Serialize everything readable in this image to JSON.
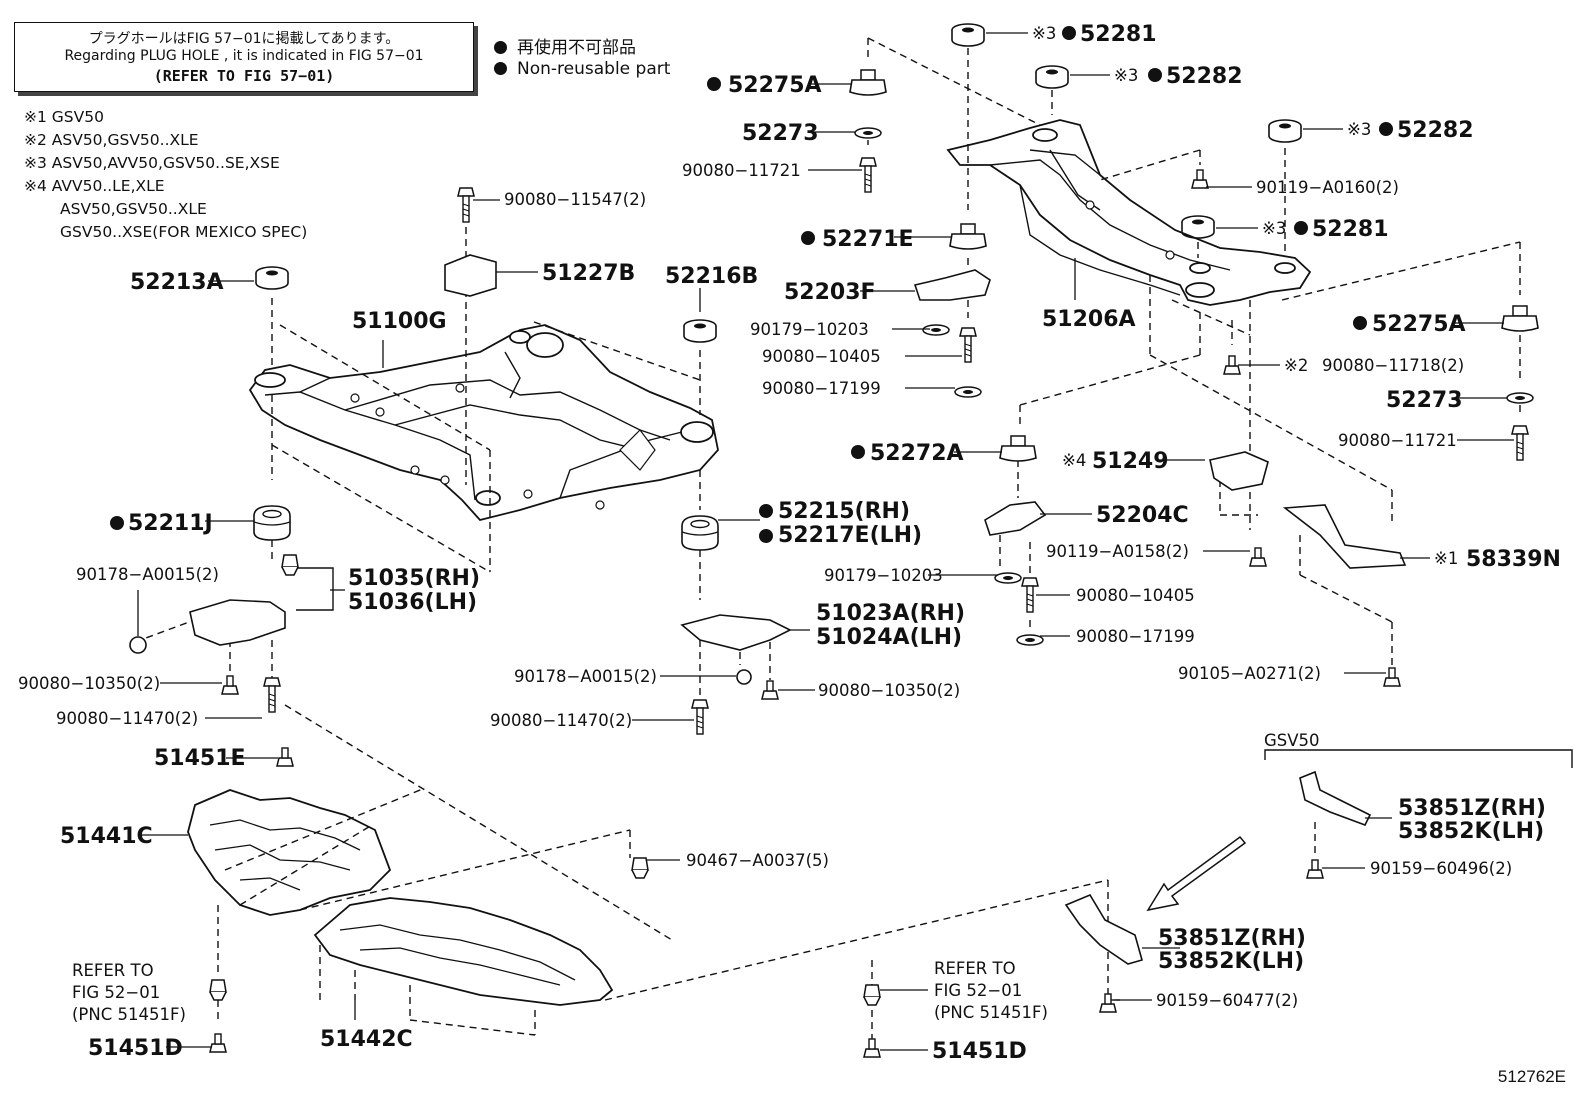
{
  "note": {
    "line_jp": "プラグホールはFIG 57−01に掲載してあります。",
    "line_en": "Regarding PLUG HOLE , it is indicated in FIG 57−01",
    "line_ref": "(REFER TO FIG 57−01)"
  },
  "legend": {
    "line_jp": "再使用不可部品",
    "line_en": "Non-reusable part"
  },
  "applicability": [
    "※1 GSV50",
    "※2 ASV50,GSV50..XLE",
    "※3 ASV50,AVV50,GSV50..SE,XSE",
    "※4 AVV50..LE,XLE",
    "ASV50,GSV50..XLE",
    "GSV50..XSE(FOR MEXICO SPEC)"
  ],
  "parts": [
    {
      "label": "52213A"
    },
    {
      "label": "51100G"
    },
    {
      "label": "90080−11547(2)"
    },
    {
      "label": "51227B"
    },
    {
      "label": "52216B"
    },
    {
      "label": "52211J"
    },
    {
      "label": "90178−A0015(2)"
    },
    {
      "label": "51035(RH)"
    },
    {
      "label": "51036(LH)"
    },
    {
      "label": "90080−10350(2)"
    },
    {
      "label": "90080−11470(2)"
    },
    {
      "label": "51451E"
    },
    {
      "label": "52215(RH)"
    },
    {
      "label": "52217E(LH)"
    },
    {
      "label": "51023A(RH)"
    },
    {
      "label": "51024A(LH)"
    },
    {
      "label": "90178−A0015(2)"
    },
    {
      "label": "90080−10350(2)"
    },
    {
      "label": "90080−11470(2)"
    },
    {
      "label": "52275A"
    },
    {
      "label": "52273"
    },
    {
      "label": "90080−11721"
    },
    {
      "label": "52271E"
    },
    {
      "label": "52203F"
    },
    {
      "label": "90179−10203"
    },
    {
      "label": "90080−10405"
    },
    {
      "label": "90080−17199"
    },
    {
      "label": "52281"
    },
    {
      "label": "52282"
    },
    {
      "label": "52282"
    },
    {
      "label": "90119−A0160(2)"
    },
    {
      "label": "52281"
    },
    {
      "label": "51206A"
    },
    {
      "label": "52275A"
    },
    {
      "label": "90080−11718(2)"
    },
    {
      "label": "52273"
    },
    {
      "label": "90080−11721"
    },
    {
      "label": "52272A"
    },
    {
      "label": "51249"
    },
    {
      "label": "52204C"
    },
    {
      "label": "90119−A0158(2)"
    },
    {
      "label": "90179−10203"
    },
    {
      "label": "90080−10405"
    },
    {
      "label": "90080−17199"
    },
    {
      "label": "58339N"
    },
    {
      "label": "90105−A0271(2)"
    },
    {
      "label": "51441C"
    },
    {
      "label": "90467−A0037(5)"
    },
    {
      "label": "51442C"
    },
    {
      "label": "51451D"
    },
    {
      "label": "51451D"
    },
    {
      "label": "53851Z(RH)"
    },
    {
      "label": "53852K(LH)"
    },
    {
      "label": "90159−60477(2)"
    },
    {
      "label": "53851Z(RH)"
    },
    {
      "label": "53852K(LH)"
    },
    {
      "label": "90159−60496(2)"
    }
  ],
  "marks": {
    "m3": "※3",
    "m2": "※2",
    "m4": "※4",
    "m1": "※1"
  },
  "refer_left": [
    "REFER TO",
    "FIG 52−01",
    "(PNC 51451F)"
  ],
  "refer_right": [
    "REFER TO",
    "FIG 52−01",
    "(PNC 51451F)"
  ],
  "gsv_label": "GSV50",
  "figure_id": "512762E"
}
